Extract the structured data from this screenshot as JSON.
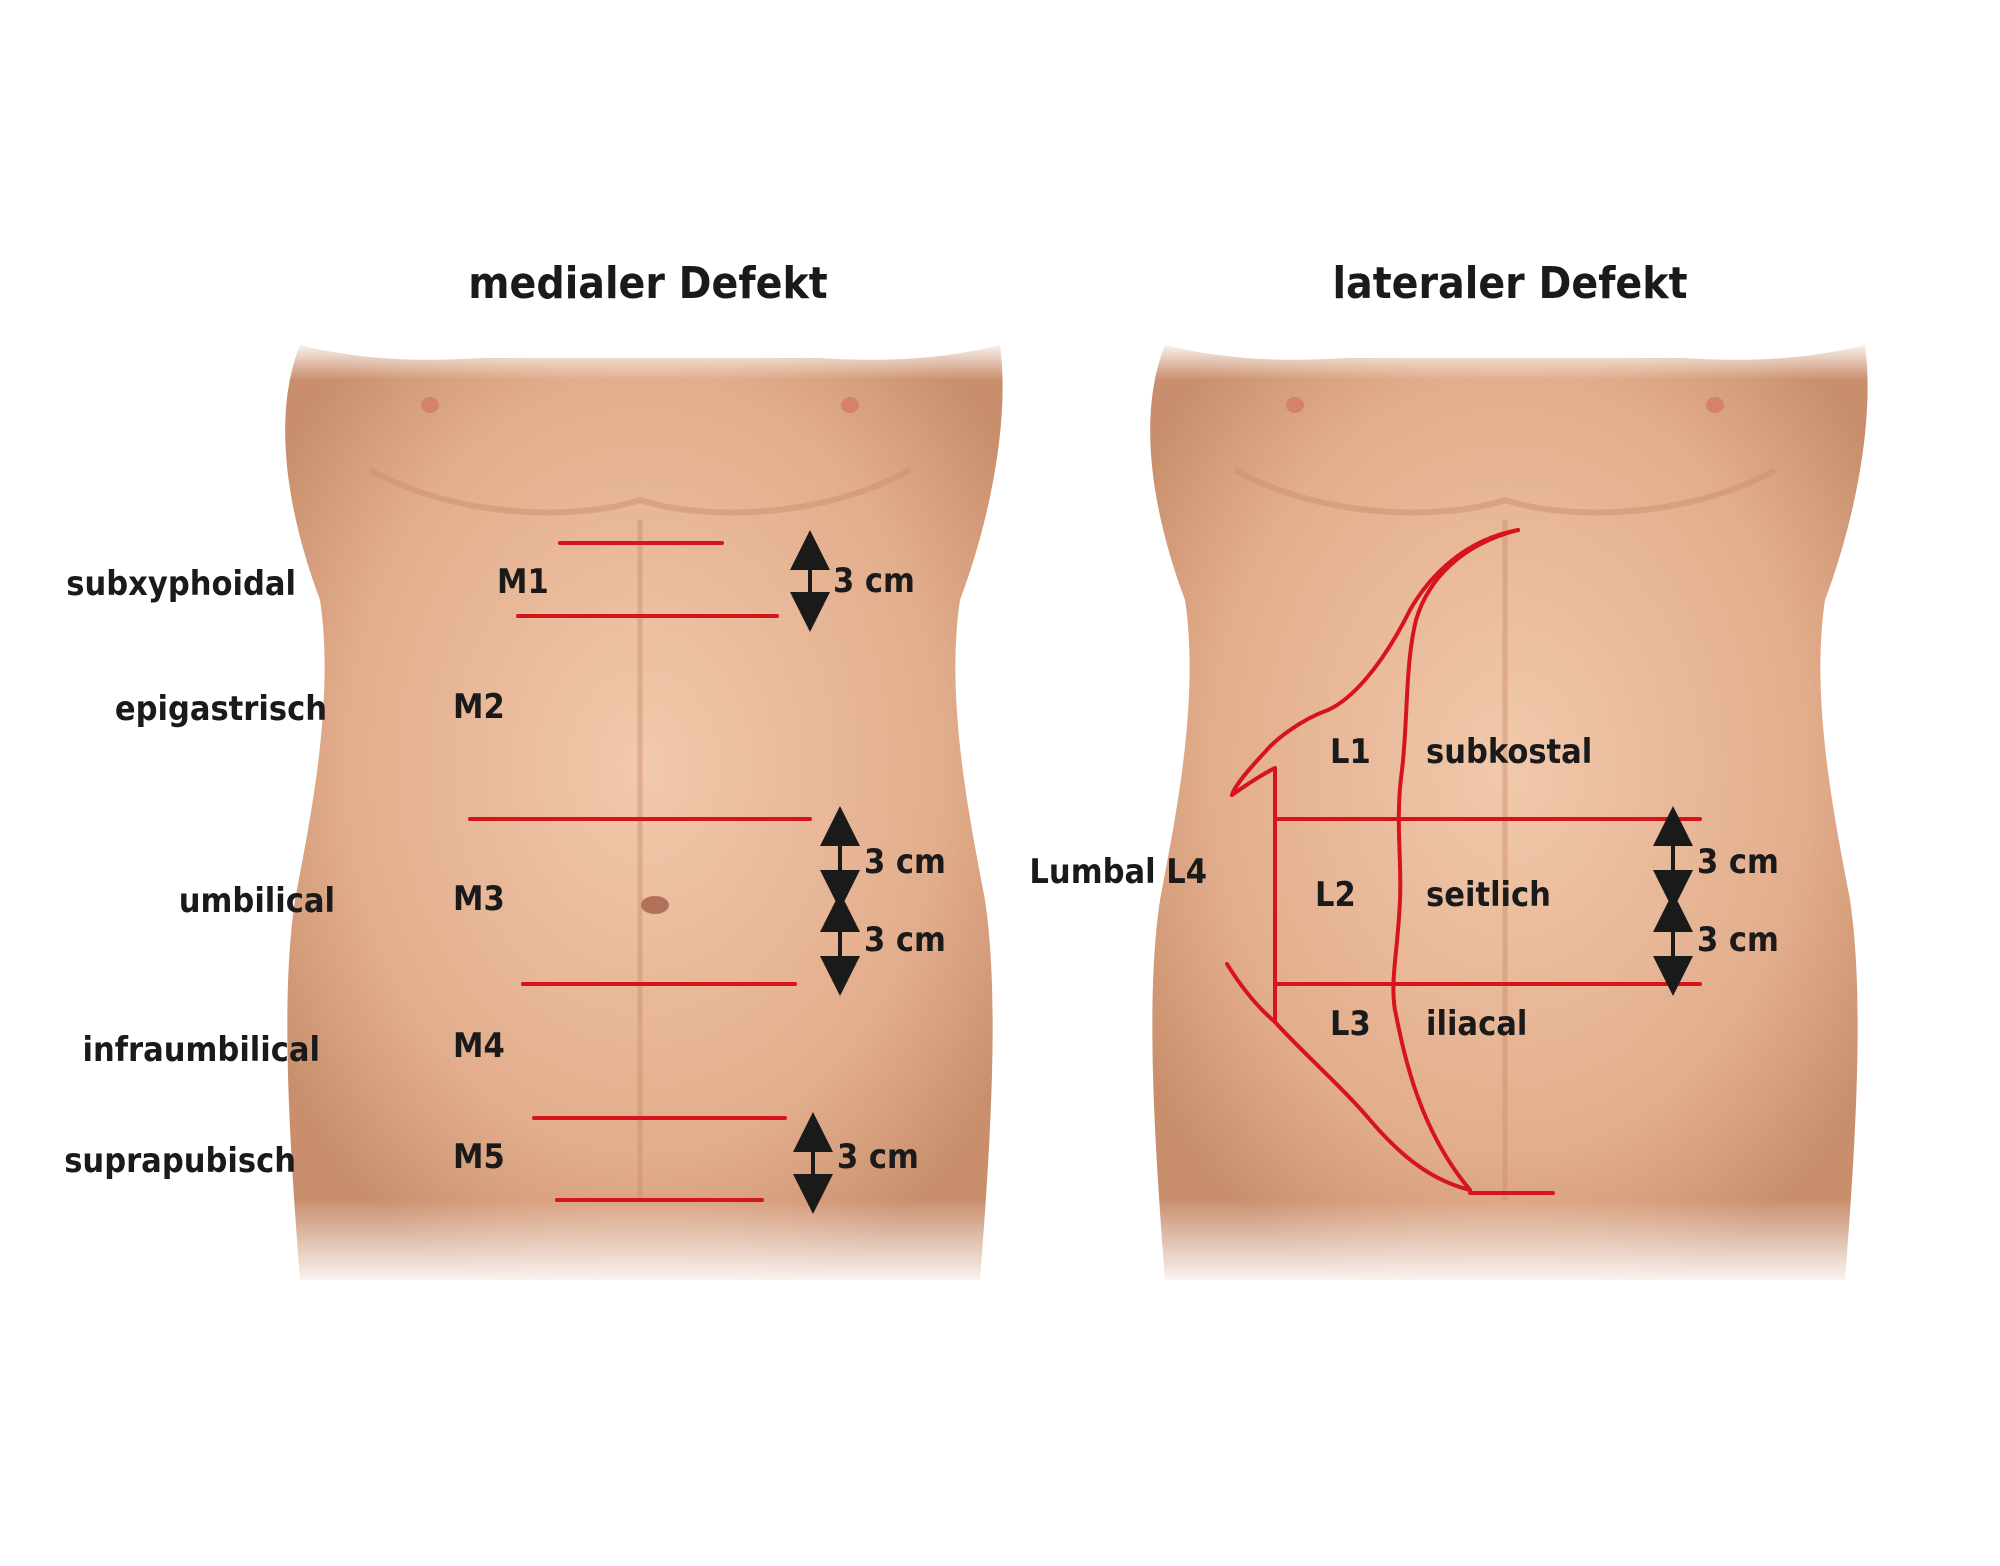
{
  "colors": {
    "skin": "#e8b99a",
    "skin_shadow": "#c98f6d",
    "marking": "#d6141c",
    "text": "#1a1a1a"
  },
  "medial": {
    "title": "medialer Defekt",
    "regions": [
      {
        "label": "subxyphoidal",
        "zone": "M1"
      },
      {
        "label": "epigastrisch",
        "zone": "M2"
      },
      {
        "label": "umbilical",
        "zone": "M3"
      },
      {
        "label": "infraumbilical",
        "zone": "M4"
      },
      {
        "label": "suprapubisch",
        "zone": "M5"
      }
    ],
    "dimensions": [
      "3 cm",
      "3 cm",
      "3 cm",
      "3 cm"
    ]
  },
  "lateral": {
    "title": "lateraler Defekt",
    "lumbal_label": "Lumbal L4",
    "zones": [
      {
        "zone": "L1",
        "label": "subkostal"
      },
      {
        "zone": "L2",
        "label": "seitlich"
      },
      {
        "zone": "L3",
        "label": "iliacal"
      }
    ],
    "dimensions": [
      "3 cm",
      "3 cm"
    ]
  }
}
